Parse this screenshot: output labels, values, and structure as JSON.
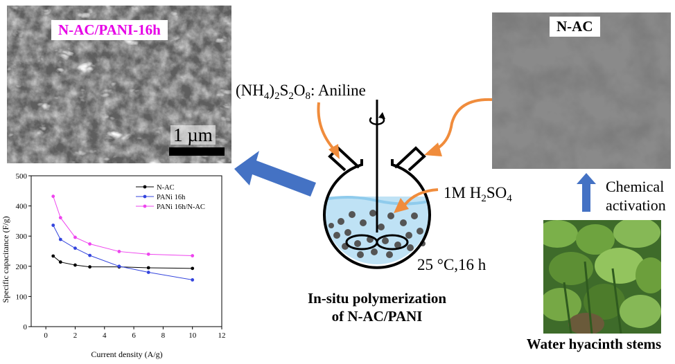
{
  "sem_left": {
    "label": "N-AC/PANI-16h",
    "label_color": "#e600e6",
    "scale_bar_label": "1 µm"
  },
  "sem_right": {
    "label": "N-AC"
  },
  "reaction": {
    "oxidant_prefix": "(NH",
    "oxidant_sub1": "4",
    "oxidant_mid1": ")",
    "oxidant_sub2": "2",
    "oxidant_mid2": "S",
    "oxidant_sub3": "2",
    "oxidant_mid3": "O",
    "oxidant_sub4": "8",
    "oxidant_suffix": ": Aniline",
    "acid_prefix": "1M H",
    "acid_sub1": "2",
    "acid_mid": "SO",
    "acid_sub2": "4",
    "condition": "25 °C,16 h",
    "caption_line1": "In-situ polymerization",
    "caption_line2": "of N-AC/PANI"
  },
  "activation": {
    "line1": "Chemical",
    "line2": "activation"
  },
  "plant": {
    "caption": "Water hyacinth stems"
  },
  "colors": {
    "arrow_orange": "#f08c3c",
    "arrow_blue": "#4472c4",
    "liquid": "#bfe2f5"
  },
  "chart_data": {
    "type": "line",
    "xlabel": "Current density (A/g)",
    "ylabel": "Specific capacitance (F/g)",
    "xlim": [
      -1,
      12
    ],
    "ylim": [
      0,
      500
    ],
    "xticks": [
      0,
      2,
      4,
      6,
      8,
      10,
      12
    ],
    "yticks": [
      0,
      100,
      200,
      300,
      400,
      500
    ],
    "legend_position": "top-right",
    "series": [
      {
        "name": "N-AC",
        "color": "#000000",
        "x": [
          0.5,
          1,
          2,
          3,
          5,
          7,
          10
        ],
        "y": [
          234,
          214,
          204,
          198,
          198,
          195,
          193
        ]
      },
      {
        "name": "PANi 16h",
        "color": "#3344dd",
        "x": [
          0.5,
          1,
          2,
          3,
          5,
          7,
          10
        ],
        "y": [
          336,
          289,
          260,
          236,
          200,
          180,
          155
        ]
      },
      {
        "name": "PANi 16h/N-AC",
        "color": "#ee44ee",
        "x": [
          0.5,
          1,
          2,
          3,
          5,
          7,
          10
        ],
        "y": [
          432,
          361,
          296,
          274,
          249,
          240,
          235
        ]
      }
    ]
  }
}
